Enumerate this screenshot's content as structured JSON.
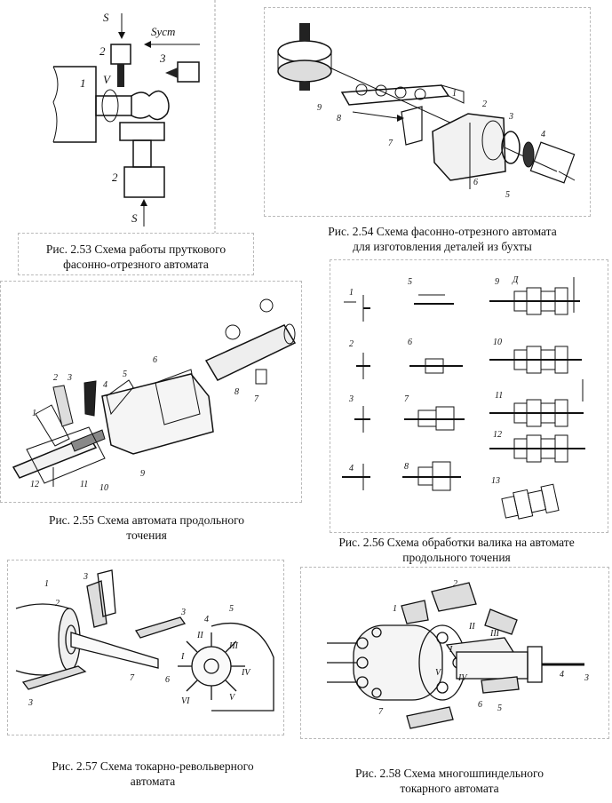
{
  "figures": [
    {
      "id": "2.53",
      "caption_lines": [
        "Рис. 2.53 Схема работы пруткового",
        "фасонно-отрезного автомата"
      ],
      "labels": {
        "s_top": "S",
        "s_bottom": "S",
        "s_ust": "Sуст",
        "n1": "1",
        "n2a": "2",
        "n2b": "2",
        "n3": "3",
        "v": "V"
      }
    },
    {
      "id": "2.54",
      "caption_lines": [
        "Рис. 2.54 Схема фасонно-отрезного автомата",
        "для изготовления деталей из бухты"
      ],
      "labels": {
        "n1": "1",
        "n2": "2",
        "n3": "3",
        "n4": "4",
        "n5": "5",
        "n6": "6",
        "n7": "7",
        "n8": "8",
        "n9": "9"
      }
    },
    {
      "id": "2.55",
      "caption_lines": [
        "Рис. 2.55 Схема автомата продольного",
        "точения"
      ],
      "labels": {
        "n1": "1",
        "n2": "2",
        "n3": "3",
        "n4": "4",
        "n5": "5",
        "n6": "6",
        "n7": "7",
        "n8": "8",
        "n9": "9",
        "n10": "10",
        "n11": "11",
        "n12": "12"
      }
    },
    {
      "id": "2.56",
      "caption_lines": [
        "Рис. 2.56 Схема обработки валика на автомате",
        "продольного точения"
      ],
      "labels": {
        "s1": "1",
        "s2": "2",
        "s3": "3",
        "s4": "4",
        "s5": "5",
        "s6": "6",
        "s7": "7",
        "s8": "8",
        "s9": "9",
        "s10": "10",
        "s11": "11",
        "s12": "12",
        "s13": "13",
        "d": "Д"
      }
    },
    {
      "id": "2.57",
      "caption_lines": [
        "Рис. 2.57 Схема токарно-револьверного",
        "автомата"
      ],
      "labels": {
        "n1": "1",
        "n2": "2",
        "n3a": "3",
        "n3b": "3",
        "n3c": "3",
        "n4": "4",
        "n5": "5",
        "n6": "6",
        "n7": "7",
        "r1": "I",
        "r2": "II",
        "r3": "III",
        "r4": "IV",
        "r5": "V",
        "r6": "VI"
      }
    },
    {
      "id": "2.58",
      "caption_lines": [
        "Рис. 2.58 Схема многошпиндельного",
        "токарного автомата"
      ],
      "labels": {
        "n1": "1",
        "n2": "2",
        "n3": "3",
        "n4": "4",
        "n5": "5",
        "n6": "6",
        "n7": "7",
        "r1": "I",
        "r2": "II",
        "r3": "III",
        "r4": "IV",
        "r5": "V"
      }
    }
  ]
}
